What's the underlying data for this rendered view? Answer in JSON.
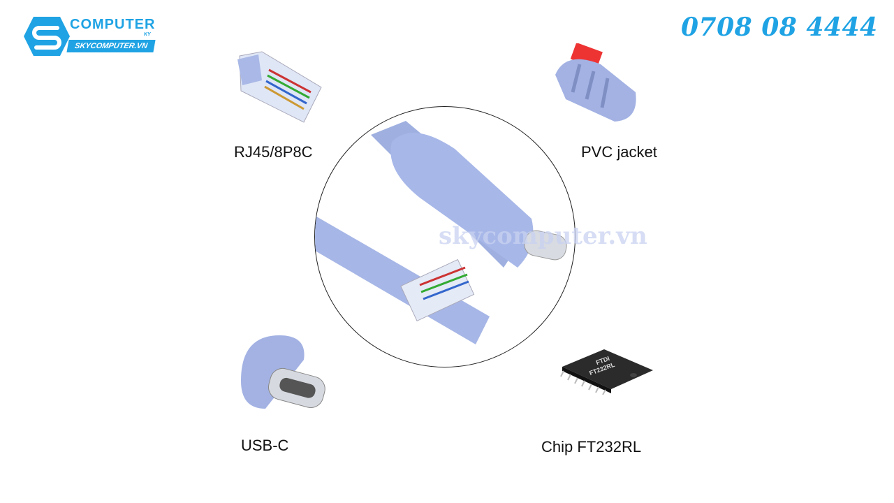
{
  "logo": {
    "title": "COMPUTER",
    "suffix": "KY",
    "url": "SKYCOMPUTER.VN"
  },
  "phone": "0708 08 4444",
  "watermark": "skycomputer.vn",
  "labels": {
    "rj45": "RJ45/8P8C",
    "pvc": "PVC jacket",
    "usbc": "USB-C",
    "chip": "Chip FT232RL"
  },
  "chip_marking": {
    "brand": "FTDI",
    "model": "FT232RL"
  },
  "colors": {
    "brand": "#1fa3e4",
    "cable": "#9fb0e0"
  }
}
